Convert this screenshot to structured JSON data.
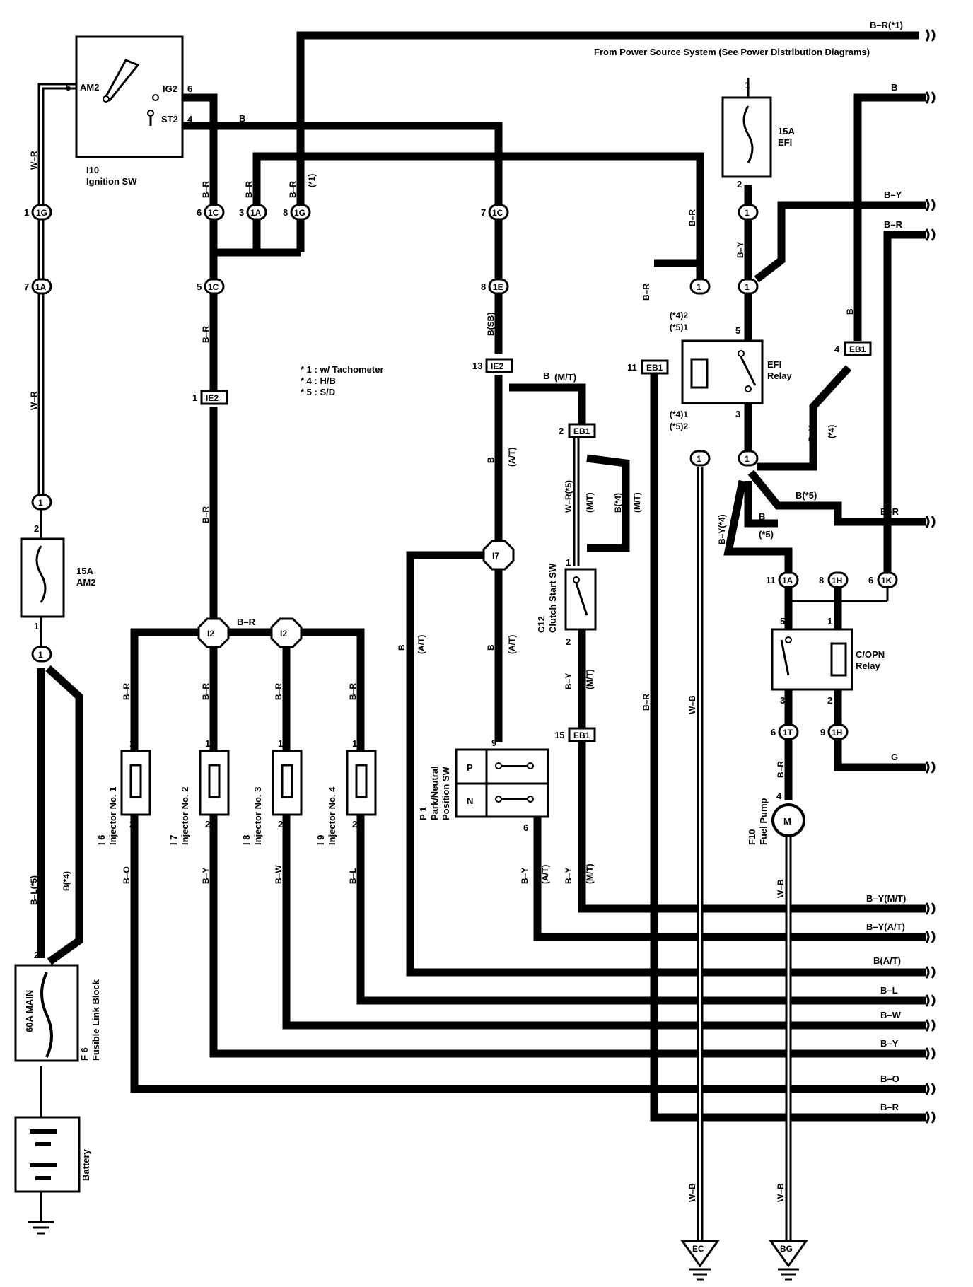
{
  "header": {
    "power_note": "From Power Source System (See Power Distribution Diagrams)"
  },
  "notes": {
    "n1": "* 1 : w/ Tachometer",
    "n4": "* 4 : H/B",
    "n5": "* 5 : S/D"
  },
  "components": {
    "ignition_switch": {
      "code": "I10",
      "name": "Ignition SW",
      "t_am2": "AM2",
      "t_ig2": "IG2",
      "t_st2": "ST2",
      "pin_am2": "5",
      "pin_ig2": "6",
      "pin_st2": "4"
    },
    "am2_fuse": {
      "rating": "15A",
      "name": "AM2"
    },
    "efi_fuse": {
      "rating": "15A",
      "name": "EFI"
    },
    "main_fusible": {
      "rating": "60A MAIN",
      "code": "F 6",
      "name": "Fusible Link Block"
    },
    "battery": {
      "name": "Battery"
    },
    "efi_relay": {
      "name": "EFI",
      "name2": "Relay"
    },
    "copn_relay": {
      "name": "C/OPN",
      "name2": "Relay"
    },
    "clutch_switch": {
      "code": "C12",
      "name": "Clutch Start SW"
    },
    "pn_switch": {
      "code": "P 1",
      "name": "Park/Neutral",
      "name2": "Position SW",
      "p": "P",
      "n": "N"
    },
    "fuel_pump": {
      "code": "F10",
      "name": "Fuel Pump",
      "symbol": "M"
    },
    "injectors": [
      {
        "code": "I 6",
        "name": "Injector No. 1"
      },
      {
        "code": "I 7",
        "name": "Injector No. 2"
      },
      {
        "code": "I 8",
        "name": "Injector No. 3"
      },
      {
        "code": "I 9",
        "name": "Injector No. 4"
      }
    ]
  },
  "connectors": {
    "c1G": "1G",
    "c1A": "1A",
    "c1C": "1C",
    "c1E": "1E",
    "c1": "1",
    "IE2": "IE2",
    "EB1": "EB1",
    "I2": "I2",
    "I7": "I7",
    "c1H": "1H",
    "c1K": "1K",
    "c1T": "1T",
    "EC": "EC",
    "BG": "BG"
  },
  "wire_colors": {
    "BR1": "B–R(*1)",
    "B": "B",
    "BY": "B–Y",
    "BR": "B–R",
    "WR": "W–R",
    "BR_star1": "B–R",
    "star1": "(*1)",
    "BSB": "B(SB)",
    "MT": "(M/T)",
    "AT": "(A/T)",
    "WR5": "W–R(*5)",
    "B4": "B(*4)",
    "B5": "B(*5)",
    "BY4": "B–Y(*4)",
    "star4": "(*4)",
    "star5": "(*5)",
    "BL5": "B–L(*5)",
    "BO": "B–O",
    "BW": "B–W",
    "BL": "B–L",
    "WB": "W–B",
    "G": "G",
    "BYMT": "B–Y(M/T)",
    "BYAT": "B–Y(A/T)",
    "BAT": "B(A/T)"
  },
  "pins": {
    "p1": "1",
    "p2": "2",
    "p3": "3",
    "p4": "4",
    "p5": "5",
    "p6": "6",
    "p7": "7",
    "p8": "8",
    "p9": "9",
    "p11": "11",
    "p13": "13",
    "p15": "15",
    "efi_a": "(*4)2",
    "efi_b": "(*5)1",
    "efi_c": "(*4)1",
    "efi_d": "(*5)2"
  }
}
